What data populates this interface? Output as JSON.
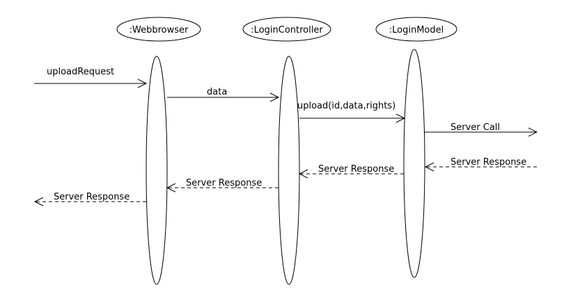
{
  "participants": [
    {
      "key": "webbrowser",
      "name": ":Webbrowser"
    },
    {
      "key": "logincontroller",
      "name": ":LoginController"
    },
    {
      "key": "loginmodel",
      "name": ":LoginModel"
    }
  ],
  "messages": [
    {
      "key": "uploadrequest",
      "label": "uploadRequest",
      "kind": "call"
    },
    {
      "key": "data",
      "label": "data",
      "kind": "call"
    },
    {
      "key": "upload",
      "label": "upload(id,data,rights)",
      "kind": "call"
    },
    {
      "key": "servercall",
      "label": "Server Call",
      "kind": "call"
    },
    {
      "key": "serverresponse-external",
      "label": "Server Response",
      "kind": "return"
    },
    {
      "key": "serverresponse-model",
      "label": "Server Response",
      "kind": "return"
    },
    {
      "key": "serverresponse-controller",
      "label": "Server Response",
      "kind": "return"
    },
    {
      "key": "serverresponse-browser",
      "label": "Server Response",
      "kind": "return"
    }
  ]
}
